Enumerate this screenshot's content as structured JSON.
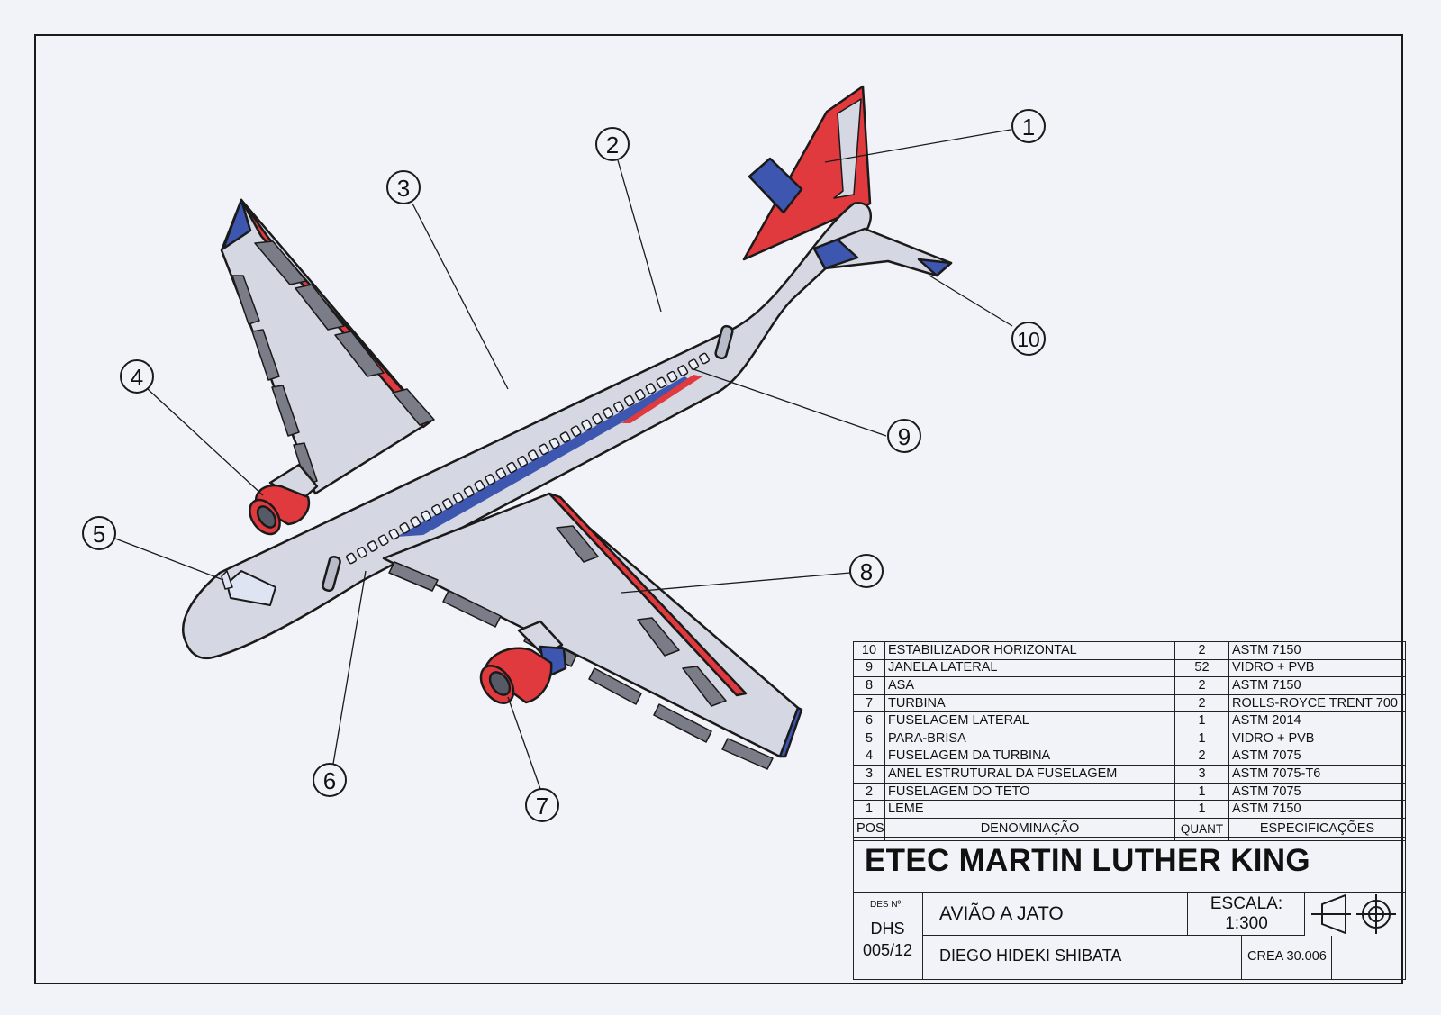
{
  "callouts": [
    "1",
    "2",
    "3",
    "4",
    "5",
    "6",
    "7",
    "8",
    "9",
    "10"
  ],
  "parts_list": {
    "rows": [
      {
        "pos": "10",
        "name": "ESTABILIZADOR HORIZONTAL",
        "qty": "2",
        "spec": "ASTM 7150"
      },
      {
        "pos": "9",
        "name": "JANELA LATERAL",
        "qty": "52",
        "spec": "VIDRO + PVB"
      },
      {
        "pos": "8",
        "name": "ASA",
        "qty": "2",
        "spec": "ASTM 7150"
      },
      {
        "pos": "7",
        "name": "TURBINA",
        "qty": "2",
        "spec": "ROLLS-ROYCE TRENT 700"
      },
      {
        "pos": "6",
        "name": "FUSELAGEM LATERAL",
        "qty": "1",
        "spec": "ASTM 2014"
      },
      {
        "pos": "5",
        "name": "PARA-BRISA",
        "qty": "1",
        "spec": "VIDRO + PVB"
      },
      {
        "pos": "4",
        "name": "FUSELAGEM DA TURBINA",
        "qty": "2",
        "spec": "ASTM 7075"
      },
      {
        "pos": "3",
        "name": "ANEL ESTRUTURAL DA FUSELAGEM",
        "qty": "3",
        "spec": "ASTM 7075-T6"
      },
      {
        "pos": "2",
        "name": "FUSELAGEM DO TETO",
        "qty": "1",
        "spec": "ASTM 7075"
      },
      {
        "pos": "1",
        "name": "LEME",
        "qty": "1",
        "spec": "ASTM 7150"
      }
    ],
    "header": {
      "pos": "POS",
      "name": "DENOMINAÇÃO",
      "qty": "QUANT",
      "spec": "ESPECIFICAÇÕES"
    }
  },
  "title_block": {
    "school": "ETEC MARTIN LUTHER KING",
    "des_label": "DES Nº:",
    "des_line1": "DHS",
    "des_line2": "005/12",
    "drawing_title": "AVIÃO A JATO",
    "scale_label": "ESCALA:",
    "scale_value": "1:300",
    "author": "DIEGO HIDEKI SHIBATA",
    "crea": "CREA 30.006"
  },
  "colors": {
    "fuselage": "#d5d7e2",
    "red": "#e0393e",
    "blue": "#3d57b0",
    "flap": "#7a7d88",
    "outline": "#1a1a1a"
  }
}
